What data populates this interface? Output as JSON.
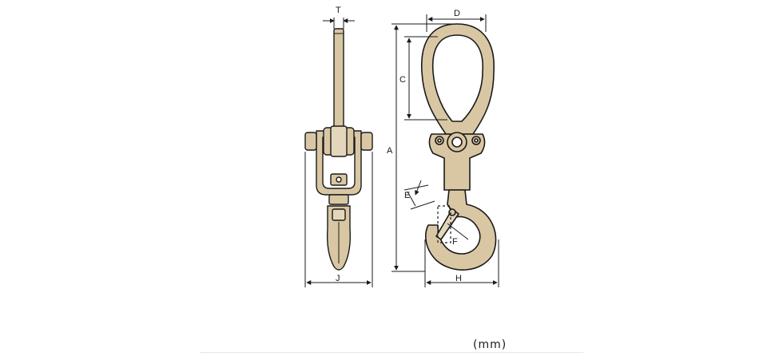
{
  "labels": {
    "T": "T",
    "D": "D",
    "C": "C",
    "A": "A",
    "E": "E",
    "F": "F",
    "H": "H",
    "J": "J"
  },
  "unit": "(mm)",
  "colors": {
    "line": "#1a1a1a",
    "fill": "#d9c7a4",
    "background": "#ffffff"
  }
}
